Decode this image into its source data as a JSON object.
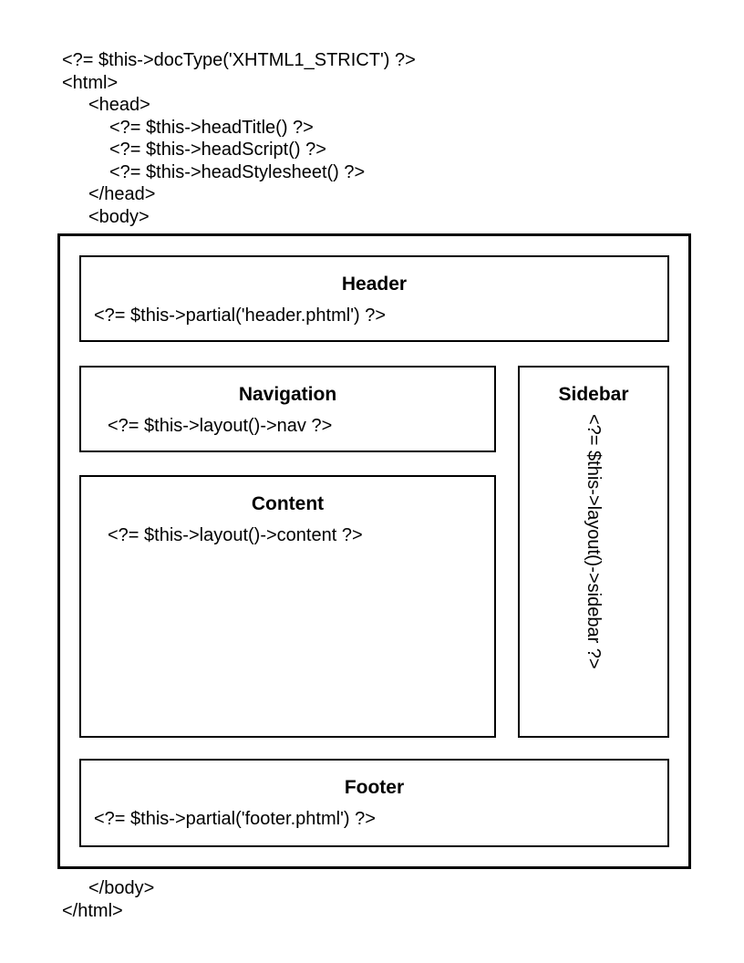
{
  "colors": {
    "background": "#ffffff",
    "border": "#000000",
    "text": "#000000"
  },
  "opening_code": {
    "lines": [
      "<?= $this->docType('XHTML1_STRICT') ?>",
      "<html>",
      "<head>",
      "<?= $this->headTitle() ?>",
      "<?= $this->headScript() ?>",
      "<?= $this->headStylesheet() ?>",
      "</head>",
      "<body>"
    ]
  },
  "layout_diagram": {
    "header": {
      "title": "Header",
      "code": "<?= $this->partial('header.phtml') ?>"
    },
    "navigation": {
      "title": "Navigation",
      "code": "<?= $this->layout()->nav ?>"
    },
    "content": {
      "title": "Content",
      "code": "<?= $this->layout()->content ?>"
    },
    "sidebar": {
      "title": "Sidebar",
      "code": "<?= $this->layout()->sidebar ?>"
    },
    "footer": {
      "title": "Footer",
      "code": "<?= $this->partial('footer.phtml') ?>"
    }
  },
  "closing_code": {
    "lines": [
      "</body>",
      "</html>"
    ]
  }
}
